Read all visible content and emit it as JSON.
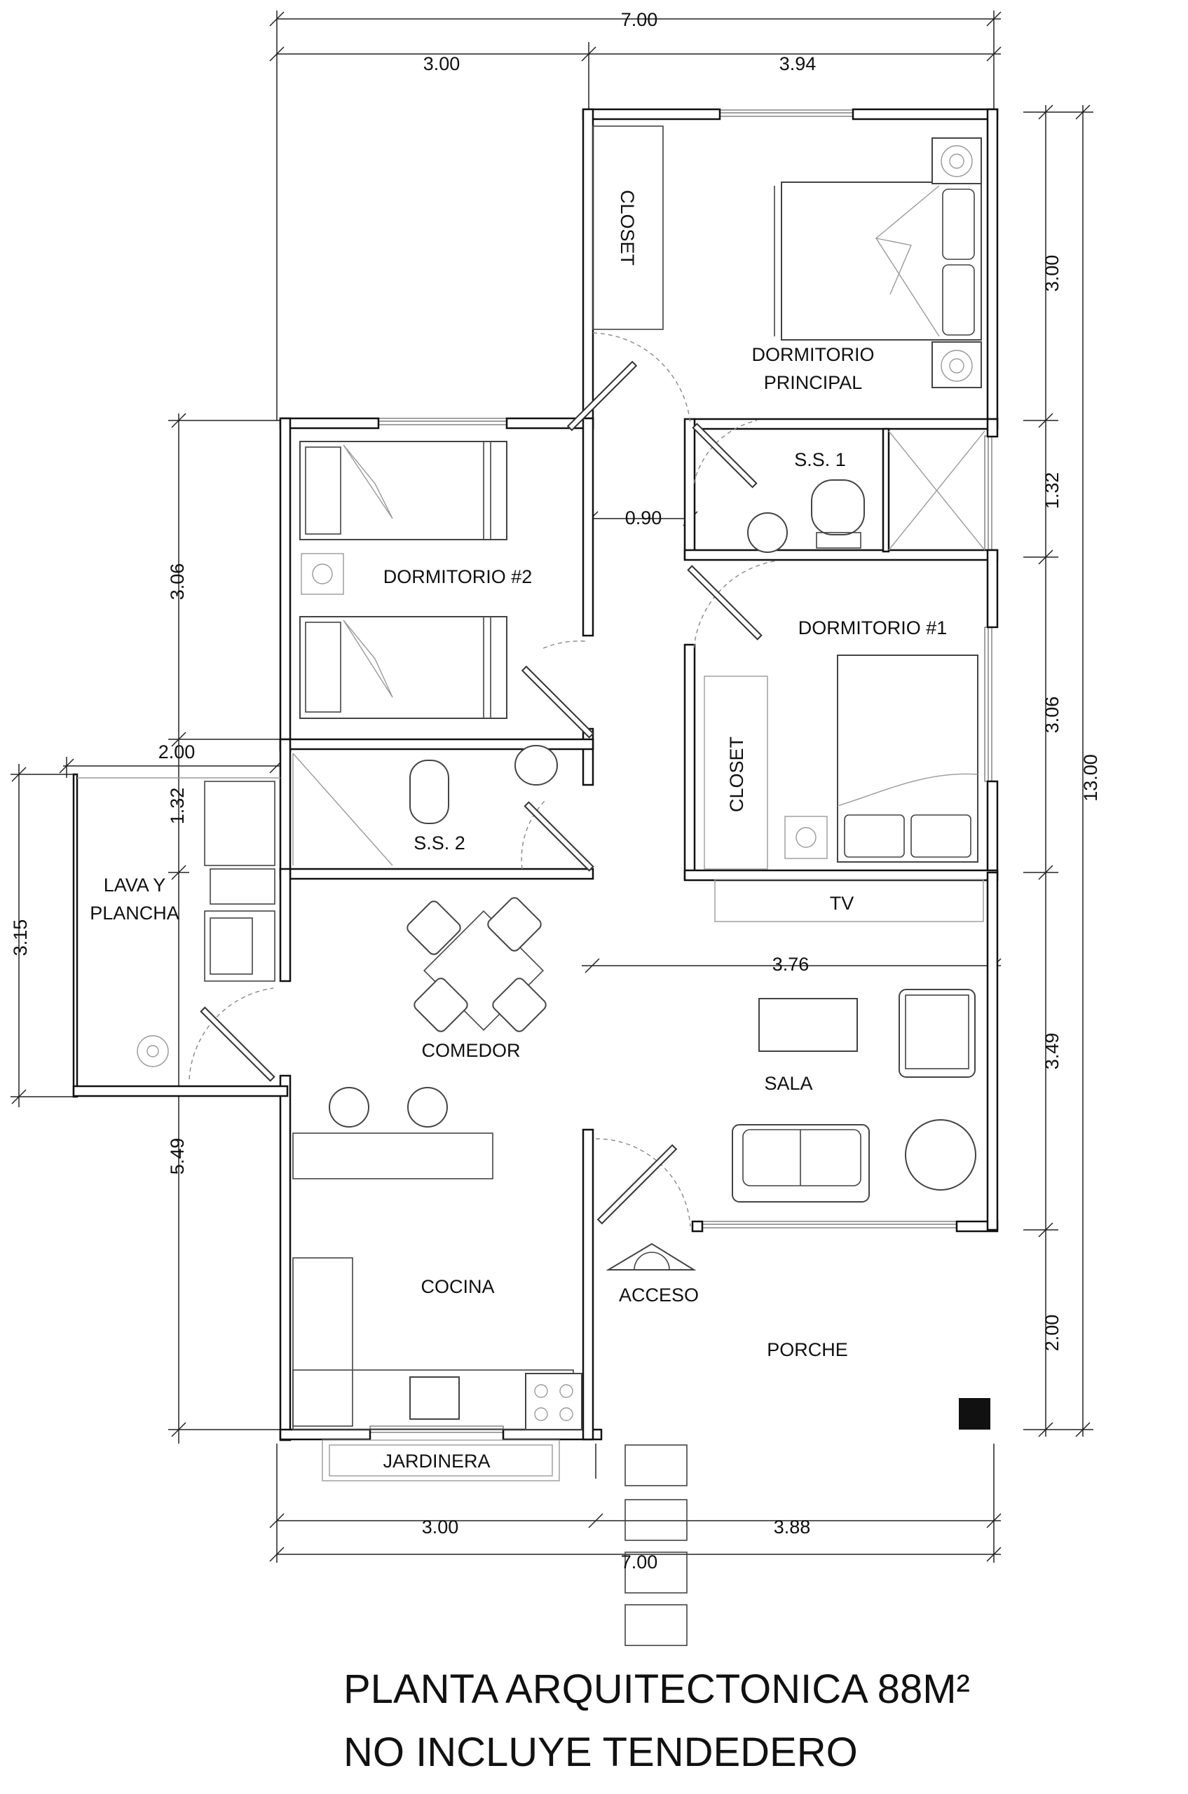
{
  "title": {
    "line1": "PLANTA ARQUITECTONICA 88M²",
    "line2": "NO INCLUYE TENDEDERO"
  },
  "rooms": {
    "closet_principal": "CLOSET",
    "dormitorio_principal_1": "DORMITORIO",
    "dormitorio_principal_2": "PRINCIPAL",
    "ss1": "S.S. 1",
    "dormitorio_2": "DORMITORIO #2",
    "dormitorio_1": "DORMITORIO #1",
    "closet_1": "CLOSET",
    "ss2": "S.S. 2",
    "lava_1": "LAVA Y",
    "lava_2": "PLANCHA",
    "tv": "TV",
    "comedor": "COMEDOR",
    "sala": "SALA",
    "cocina": "COCINA",
    "acceso": "ACCESO",
    "porche": "PORCHE",
    "jardinera": "JARDINERA"
  },
  "dimensions": {
    "top_total": "7.00",
    "top_left": "3.00",
    "top_right": "3.94",
    "right_1": "3.00",
    "right_2": "1.32",
    "right_3": "3.06",
    "right_4": "3.49",
    "right_5": "2.00",
    "right_total": "13.00",
    "left_dorm2": "3.06",
    "left_ss2": "1.32",
    "left_lower": "5.49",
    "laundry_width": "2.00",
    "laundry_height": "3.15",
    "hall_width": "0.90",
    "sala_width": "3.76",
    "bottom_left": "3.00",
    "bottom_right": "3.88",
    "bottom_total": "7.00"
  }
}
